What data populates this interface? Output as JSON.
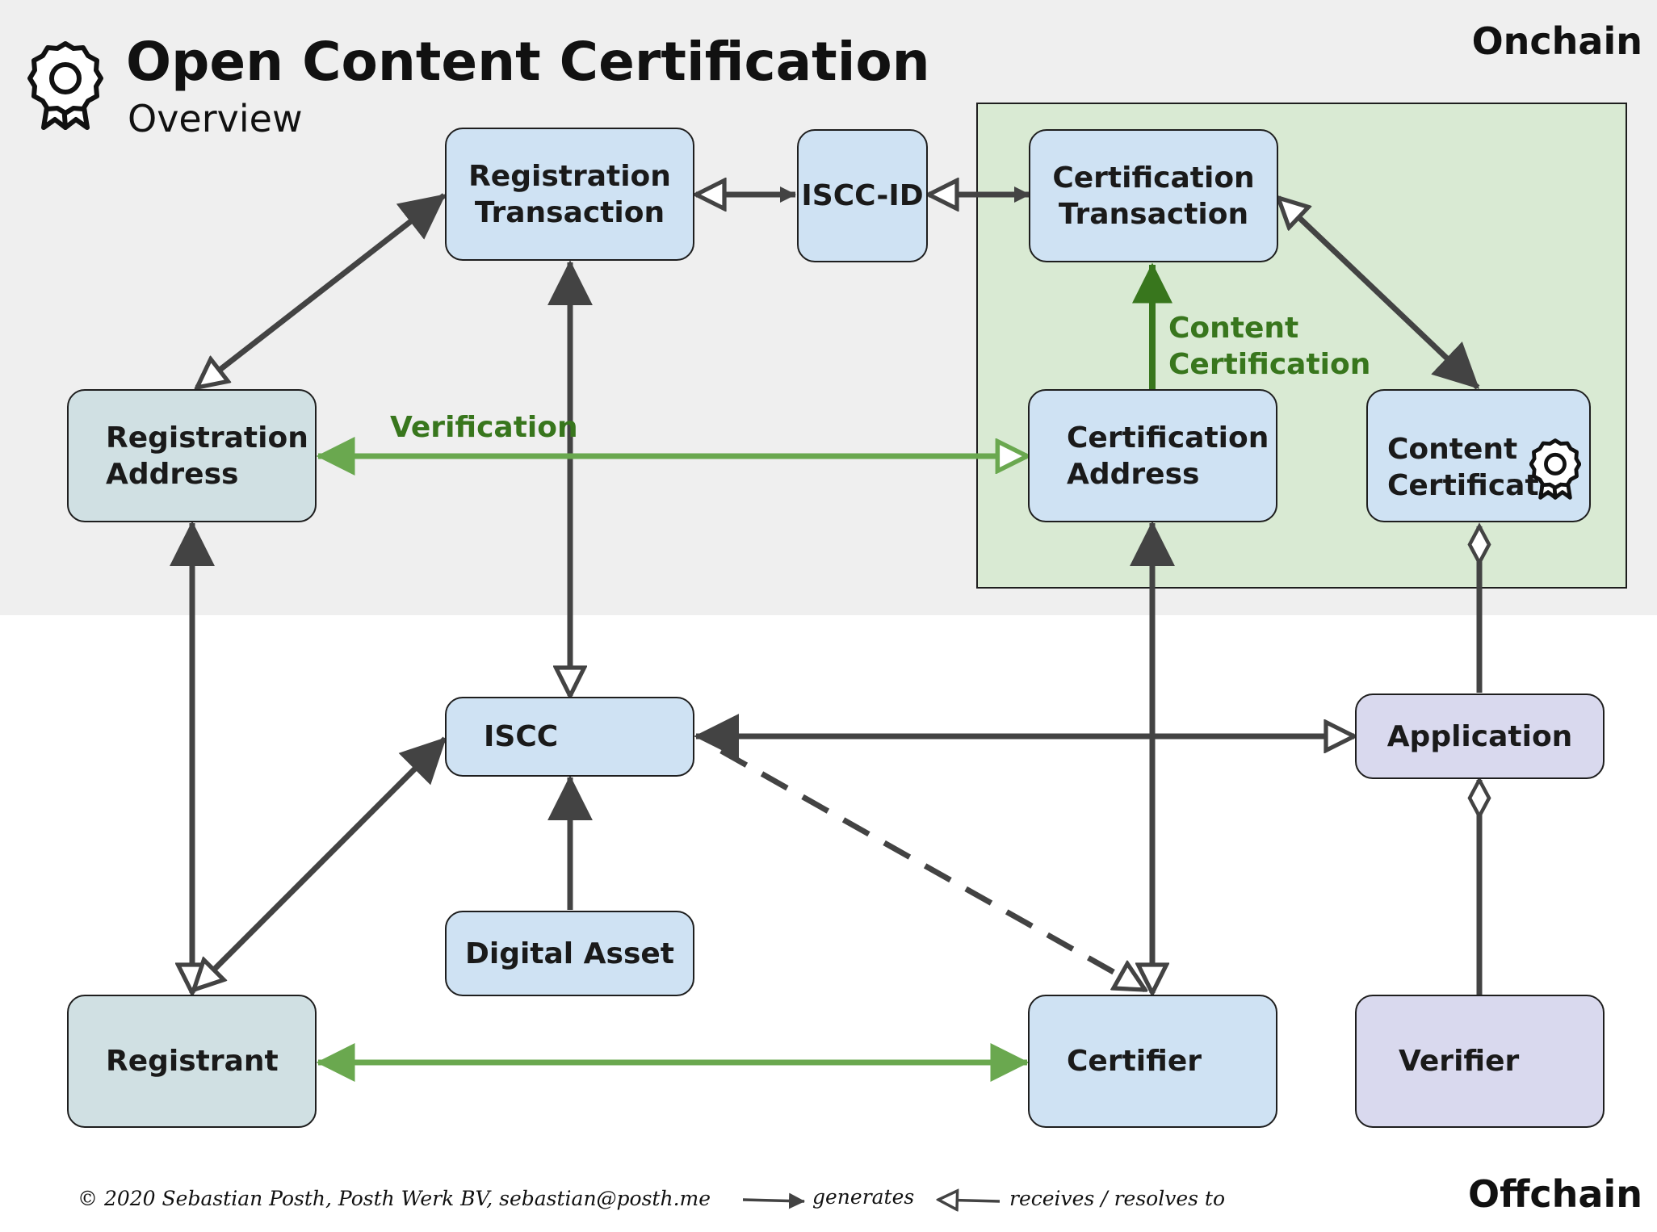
{
  "header": {
    "title": "Open Content Certification",
    "subtitle": "Overview",
    "icon": "certificate-ribbon-icon"
  },
  "zones": {
    "onchain": "Onchain",
    "offchain": "Offchain"
  },
  "nodes": {
    "registration_transaction": "Registration\nTransaction",
    "iscc_id": "ISCC-ID",
    "certification_transaction": "Certification\nTransaction",
    "registration_address": "Registration\nAddress",
    "certification_address": "Certification\nAddress",
    "content_certificate": "Content\nCertificate",
    "iscc": "ISCC",
    "application": "Application",
    "digital_asset": "Digital Asset",
    "registrant": "Registrant",
    "certifier": "Certifier",
    "verifier": "Verifier"
  },
  "edge_labels": {
    "verification": "Verification",
    "content_certification": "Content\nCertification"
  },
  "footer": {
    "copyright": "© 2020 Sebastian Posth, Posth Werk BV, sebastian@posth.me",
    "legend_generates": "generates",
    "legend_receives": "receives / resolves to"
  },
  "colors": {
    "onchain_background": "#efefef",
    "certification_zone": "#d9ead3",
    "node_blue": "#cfe2f3",
    "node_teal": "#d0e0e3",
    "node_lavender": "#d9d9ee",
    "arrow_dark": "#434343",
    "arrow_green_dark": "#38761d",
    "arrow_green_light": "#6aa84f"
  }
}
